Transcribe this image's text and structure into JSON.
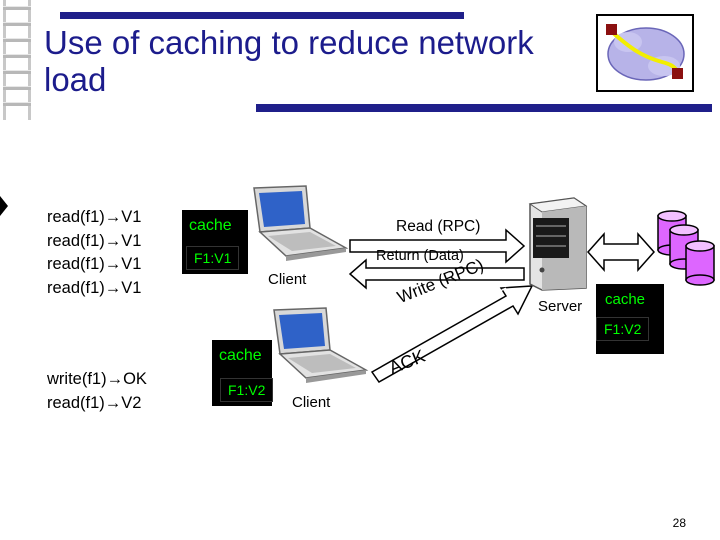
{
  "slide": {
    "title": "Use of caching to reduce network load",
    "page_number": "28"
  },
  "client1": {
    "ops": [
      "read(f1)→V1",
      "read(f1)→V1",
      "read(f1)→V1",
      "read(f1)→V1"
    ],
    "cache_label": "cache",
    "cache_value": "F1:V1",
    "label": "Client"
  },
  "client2": {
    "ops": [
      "write(f1)→OK",
      "read(f1)→V2"
    ],
    "cache_label": "cache",
    "cache_value": "F1:V2",
    "label": "Client"
  },
  "server": {
    "label": "Server",
    "cache_label": "cache",
    "cache_value": "F1:V2"
  },
  "messages": {
    "read_rpc": "Read (RPC)",
    "return_data": "Return (Data)",
    "write_rpc": "Write (RPC)",
    "ack": "ACK"
  },
  "colors": {
    "title": "#1c1c8c",
    "cache_text": "#00ff00",
    "cache_bg": "#000000",
    "accent_bar": "#1f1f8a",
    "arrow_fill": "#ffffff"
  }
}
